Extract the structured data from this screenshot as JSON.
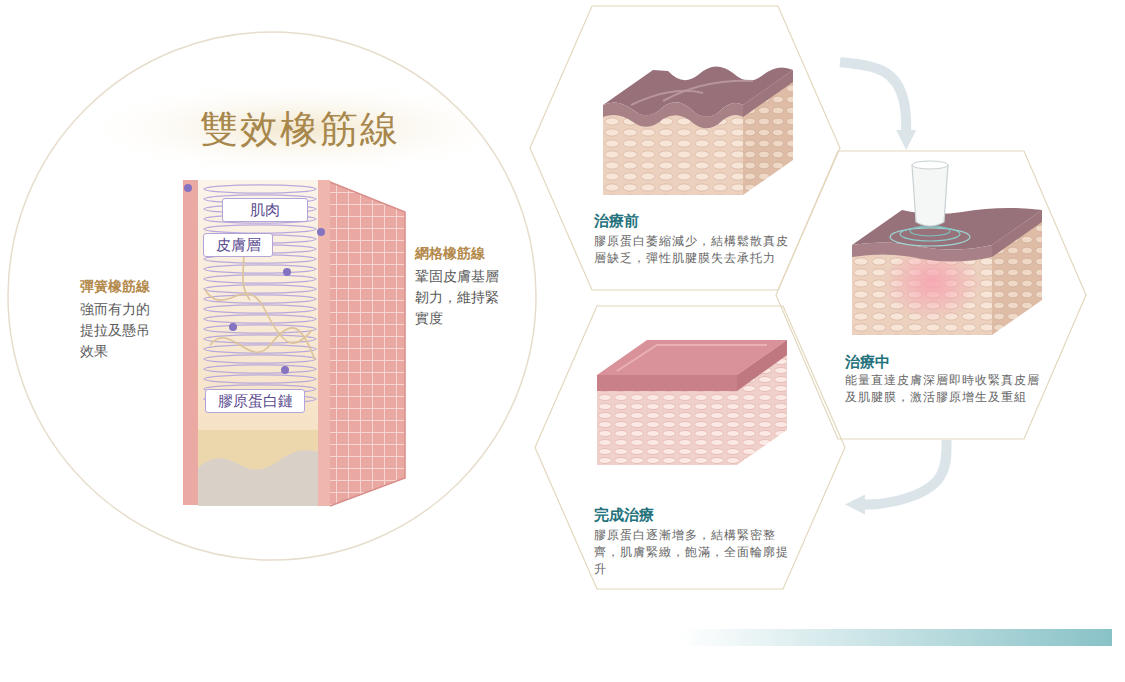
{
  "diagram": {
    "nodes": [
      {
        "text": [
          "雙效橡筋線"
        ]
      },
      {
        "text": [
          "肌肉"
        ],
        "in": 0
      },
      {
        "text": [
          "皮膚層"
        ],
        "in": 0
      },
      {
        "text": [
          "膠原蛋白鏈"
        ],
        "in": 0
      },
      {
        "text": [
          "治療前",
          "膠原蛋白萎縮減少，結構鬆散真皮層缺乏，彈性肌腱膜失去承托力"
        ]
      },
      {
        "text": [
          "治療中",
          "能量直達皮膚深層即時收緊真皮層及肌腱膜，激活膠原增生及重組"
        ]
      },
      {
        "text": [
          "完成治療",
          "膠原蛋白逐漸增多，結構緊密整齊，肌膚緊緻，飽滿，全面輪廓提升"
        ]
      }
    ],
    "edges": [
      {
        "from": 4,
        "to": 5,
        "arrow": "to"
      },
      {
        "from": 5,
        "to": 6,
        "arrow": "to"
      }
    ],
    "labels": [
      "彈簧橡筋線",
      "強而有力的提拉及懸吊效果",
      "網格橡筋線",
      "鞏固皮膚基層韌力，維持緊實度"
    ]
  }
}
